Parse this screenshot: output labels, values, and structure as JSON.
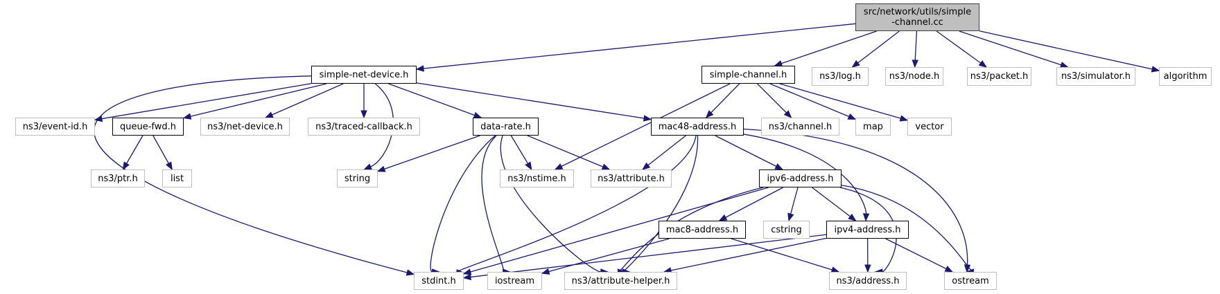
{
  "diagram": {
    "type": "include-dependency-graph",
    "colors": {
      "edge": "#191970",
      "root_fill": "#bfbfbf",
      "documented_border": "#000000",
      "external_border": "#bfbfbf"
    },
    "nodes": [
      {
        "id": "root",
        "label": "src/network/utils/simple\n-channel.cc",
        "kind": "root"
      },
      {
        "id": "snd",
        "label": "simple-net-device.h",
        "kind": "doc"
      },
      {
        "id": "sch",
        "label": "simple-channel.h",
        "kind": "doc"
      },
      {
        "id": "log",
        "label": "ns3/log.h",
        "kind": "ext"
      },
      {
        "id": "node",
        "label": "ns3/node.h",
        "kind": "ext"
      },
      {
        "id": "packet",
        "label": "ns3/packet.h",
        "kind": "ext"
      },
      {
        "id": "sim",
        "label": "ns3/simulator.h",
        "kind": "ext"
      },
      {
        "id": "algo",
        "label": "algorithm",
        "kind": "ext"
      },
      {
        "id": "eventid",
        "label": "ns3/event-id.h",
        "kind": "ext"
      },
      {
        "id": "qfwd",
        "label": "queue-fwd.h",
        "kind": "doc"
      },
      {
        "id": "netdev",
        "label": "ns3/net-device.h",
        "kind": "ext"
      },
      {
        "id": "traced",
        "label": "ns3/traced-callback.h",
        "kind": "ext"
      },
      {
        "id": "drate",
        "label": "data-rate.h",
        "kind": "doc"
      },
      {
        "id": "mac48",
        "label": "mac48-address.h",
        "kind": "doc"
      },
      {
        "id": "channel",
        "label": "ns3/channel.h",
        "kind": "ext"
      },
      {
        "id": "map",
        "label": "map",
        "kind": "ext"
      },
      {
        "id": "vector",
        "label": "vector",
        "kind": "ext"
      },
      {
        "id": "ptr",
        "label": "ns3/ptr.h",
        "kind": "ext"
      },
      {
        "id": "list",
        "label": "list",
        "kind": "ext"
      },
      {
        "id": "string",
        "label": "string",
        "kind": "ext"
      },
      {
        "id": "nstime",
        "label": "ns3/nstime.h",
        "kind": "ext"
      },
      {
        "id": "attr",
        "label": "ns3/attribute.h",
        "kind": "ext"
      },
      {
        "id": "ipv6",
        "label": "ipv6-address.h",
        "kind": "doc"
      },
      {
        "id": "mac8",
        "label": "mac8-address.h",
        "kind": "doc"
      },
      {
        "id": "cstring",
        "label": "cstring",
        "kind": "ext"
      },
      {
        "id": "ipv4",
        "label": "ipv4-address.h",
        "kind": "doc"
      },
      {
        "id": "stdint",
        "label": "stdint.h",
        "kind": "ext"
      },
      {
        "id": "iostream",
        "label": "iostream",
        "kind": "ext"
      },
      {
        "id": "attrhelper",
        "label": "ns3/attribute-helper.h",
        "kind": "ext"
      },
      {
        "id": "address",
        "label": "ns3/address.h",
        "kind": "ext"
      },
      {
        "id": "ostream",
        "label": "ostream",
        "kind": "ext"
      }
    ],
    "edges": [
      [
        "root",
        "snd"
      ],
      [
        "root",
        "sch"
      ],
      [
        "root",
        "log"
      ],
      [
        "root",
        "node"
      ],
      [
        "root",
        "packet"
      ],
      [
        "root",
        "sim"
      ],
      [
        "root",
        "algo"
      ],
      [
        "snd",
        "eventid"
      ],
      [
        "snd",
        "qfwd"
      ],
      [
        "snd",
        "netdev"
      ],
      [
        "snd",
        "traced"
      ],
      [
        "snd",
        "drate"
      ],
      [
        "snd",
        "mac48"
      ],
      [
        "snd",
        "string"
      ],
      [
        "snd",
        "stdint"
      ],
      [
        "sch",
        "mac48"
      ],
      [
        "sch",
        "nstime"
      ],
      [
        "sch",
        "channel"
      ],
      [
        "sch",
        "map"
      ],
      [
        "sch",
        "vector"
      ],
      [
        "qfwd",
        "ptr"
      ],
      [
        "qfwd",
        "list"
      ],
      [
        "drate",
        "string"
      ],
      [
        "drate",
        "nstime"
      ],
      [
        "drate",
        "attr"
      ],
      [
        "drate",
        "stdint"
      ],
      [
        "drate",
        "iostream"
      ],
      [
        "drate",
        "attrhelper"
      ],
      [
        "mac48",
        "attr"
      ],
      [
        "mac48",
        "ipv6"
      ],
      [
        "mac48",
        "ipv4"
      ],
      [
        "mac48",
        "stdint"
      ],
      [
        "mac48",
        "attrhelper"
      ],
      [
        "mac48",
        "ostream"
      ],
      [
        "ipv6",
        "mac8"
      ],
      [
        "ipv6",
        "cstring"
      ],
      [
        "ipv6",
        "ipv4"
      ],
      [
        "ipv6",
        "stdint"
      ],
      [
        "ipv6",
        "attrhelper"
      ],
      [
        "ipv6",
        "address"
      ],
      [
        "ipv6",
        "ostream"
      ],
      [
        "mac8",
        "iostream"
      ],
      [
        "mac8",
        "address"
      ],
      [
        "ipv4",
        "stdint"
      ],
      [
        "ipv4",
        "attrhelper"
      ],
      [
        "ipv4",
        "address"
      ],
      [
        "ipv4",
        "ostream"
      ]
    ]
  }
}
